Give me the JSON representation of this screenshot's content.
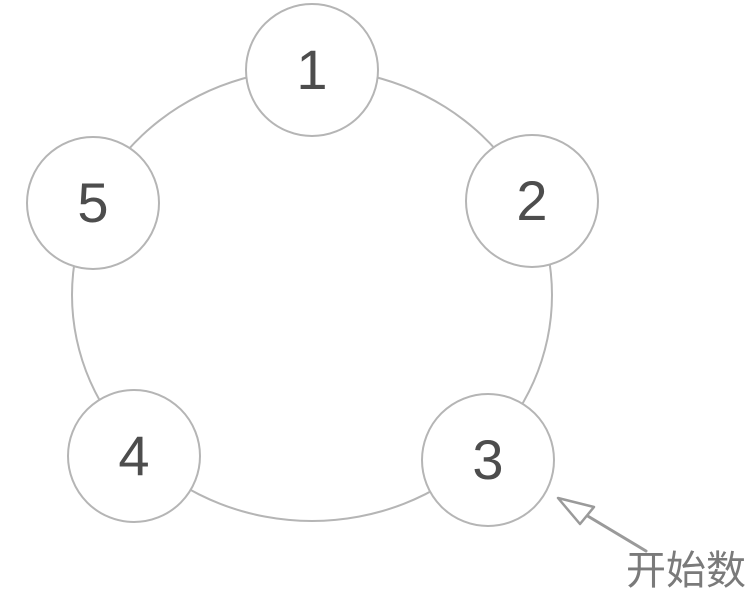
{
  "diagram": {
    "type": "node-ring",
    "nodes": [
      {
        "id": "node-1",
        "label": "1",
        "position": "top"
      },
      {
        "id": "node-2",
        "label": "2",
        "position": "upper-right"
      },
      {
        "id": "node-3",
        "label": "3",
        "position": "lower-right"
      },
      {
        "id": "node-4",
        "label": "4",
        "position": "lower-left"
      },
      {
        "id": "node-5",
        "label": "5",
        "position": "upper-left"
      }
    ],
    "annotation": {
      "label": "开始数",
      "target_node_label": "3"
    },
    "colors": {
      "stroke": "#b5b5b5",
      "number": "#4d4d4d",
      "annotation_text": "#7a7a7a",
      "arrow": "#9a9a9a",
      "background": "#ffffff"
    }
  }
}
